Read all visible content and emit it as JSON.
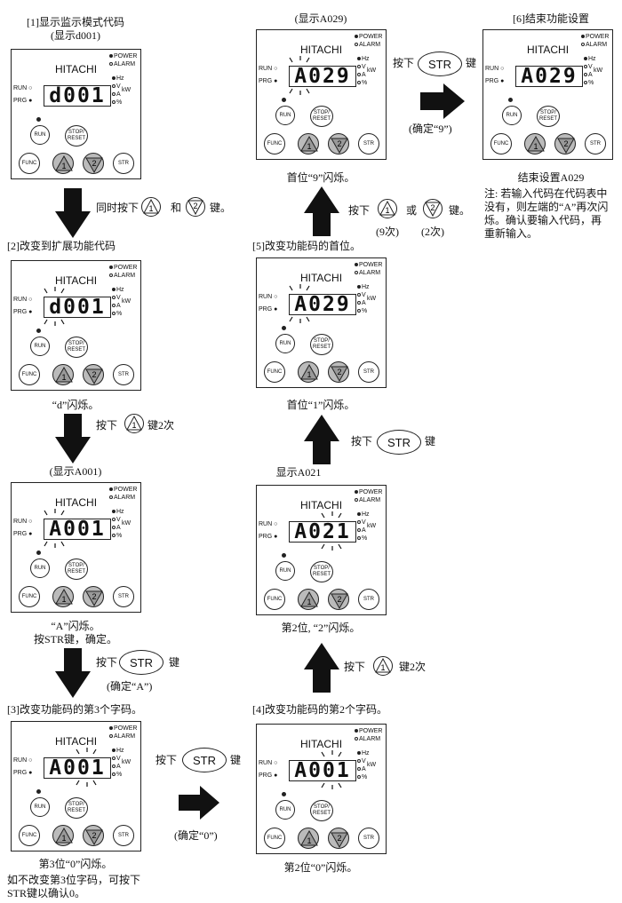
{
  "panel_common": {
    "brand": "HITACHI",
    "status_power": "POWER",
    "status_alarm": "ALARM",
    "unit_hz": "Hz",
    "unit_v": "V",
    "unit_a": "A",
    "unit_pct": "%",
    "unit_kw": "kW",
    "run_label": "RUN",
    "prg_label": "PRG",
    "btn_run": "RUN",
    "btn_stop": "STOP/\nRESET",
    "btn_func": "FUNC",
    "btn_str": "STR",
    "key_up": "1",
    "key_down": "2"
  },
  "panels": [
    {
      "id": "p1",
      "display": "d001"
    },
    {
      "id": "p2",
      "display": "d001"
    },
    {
      "id": "p3",
      "display": "A001"
    },
    {
      "id": "p4",
      "display": "A001"
    },
    {
      "id": "p5",
      "display": "A001"
    },
    {
      "id": "p6",
      "display": "A021"
    },
    {
      "id": "p7",
      "display": "A029"
    },
    {
      "id": "p8",
      "display": "A029"
    },
    {
      "id": "p9",
      "display": "A029"
    }
  ],
  "text": {
    "s1_title": "[1]显示监示模式代码",
    "s1_sub": "(显示d001)",
    "a1_press": "同时按下",
    "a1_and": "和",
    "a1_key": "键。",
    "s2_title": "[2]改变到扩展功能代码",
    "p2_caption": "“d”闪烁。",
    "a2_press": "按下",
    "a2_key": "键2次",
    "p3_title": "(显示A001)",
    "p3_caption1": "“A”闪烁。",
    "p3_caption2": "按STR键，确定。",
    "a3_press": "按下",
    "a3_key": "键",
    "a3_confirm": "(确定“A”)",
    "s3_title": "[3]改变功能码的第3个字码。",
    "p4_caption1": "第3位“0”闪烁。",
    "p4_caption2": "如不改变第3位字码，可按下",
    "p4_caption3": "STR键以确认0。",
    "a4_press": "按下",
    "a4_key": "键",
    "a4_confirm": "(确定“0”)",
    "s4_title": "[4]改变功能码的第2个字码。",
    "p5_caption": "第2位“0”闪烁。",
    "a5_press": "按下",
    "a5_key": "键2次",
    "p6_title": "显示A021",
    "p6_caption": "第2位, “2”闪烁。",
    "a6_press": "按下",
    "a6_key": "键",
    "s5_title": "[5]改变功能码的首位。",
    "p7_caption": "首位“1”闪烁。",
    "a7_press": "按下",
    "a7_or": "或",
    "a7_key": "键。",
    "a7_n1": "(9次)",
    "a7_n2": "(2次)",
    "p8_title": "(显示A029)",
    "p8_caption": "首位“9”闪烁。",
    "a8_press": "按下",
    "a8_key": "键",
    "a8_confirm": "(确定“9”)",
    "s6_title": "[6]结束功能设置",
    "p9_caption": "结束设置A029",
    "note1": "注: 若输入代码在代码表中",
    "note2": "没有，则左端的“A”再次闪",
    "note3": "烁。确认要输入代码，再",
    "note4": "重新输入。",
    "str_key": "STR",
    "key1": "1",
    "key2": "2"
  }
}
